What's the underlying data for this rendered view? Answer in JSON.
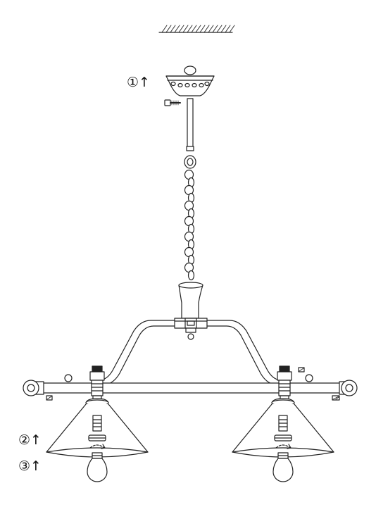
{
  "steps": [
    {
      "label": "①",
      "arrow": "↑"
    },
    {
      "label": "②",
      "arrow": "↑"
    },
    {
      "label": "③",
      "arrow": "↑"
    }
  ],
  "colors": {
    "line": "#222222",
    "background": "#ffffff"
  }
}
